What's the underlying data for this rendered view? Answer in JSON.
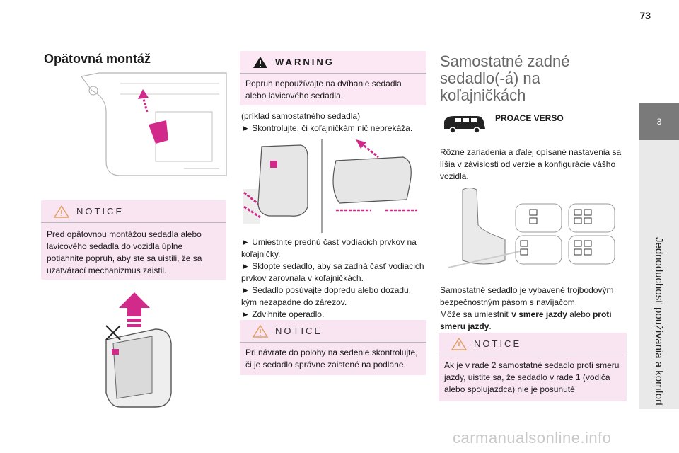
{
  "page": {
    "number": "73",
    "chapter_tab": "3",
    "chapter_title": "Jednoduchosť používania a komfort"
  },
  "left": {
    "heading": "Opätovná montáž",
    "notice": {
      "label": "NOTICE",
      "text": "Pred opätovnou montážou sedadla alebo lavicového sedadla do vozidla úplne potiahnite popruh, aby ste sa uistili, že sa uzatvárací mechanizmus zaistil."
    }
  },
  "middle": {
    "warning": {
      "label": "WARNING",
      "text": "Popruh nepoužívajte na dvíhanie sedadla alebo lavicového sedadla."
    },
    "example_caption": "(príklad samostatného sedadla)",
    "check_step": "► Skontrolujte, či koľajničkám nič neprekáža.",
    "steps": [
      "► Umiestnite prednú časť vodiacich prvkov na koľajničky.",
      "► Sklopte sedadlo, aby sa zadná časť vodiacich prvkov zarovnala v koľajničkách.",
      "► Sedadlo posúvajte dopredu alebo dozadu, kým nezapadne do zárezov.",
      "► Zdvihnite operadlo."
    ],
    "notice": {
      "label": "NOTICE",
      "text": "Pri návrate do polohy na sedenie skontrolujte, či je sedadlo správne zaistené na podlahe."
    }
  },
  "right": {
    "heading": "Samostatné zadné sedadlo(-á) na koľajničkách",
    "vehicle_label": "PROACE VERSO",
    "intro": "Rôzne zariadenia a ďalej opísané nastavenia sa líšia v závislosti od verzie a konfigurácie vášho vozidla.",
    "para_1": "Samostatné sedadlo je vybavené trojbodovým bezpečnostným pásom s navíjačom.",
    "para_2_pre": "Môže sa umiestniť ",
    "para_2_b1": "v smere jazdy",
    "para_2_mid": " alebo ",
    "para_2_b2": "proti smeru jazdy",
    "para_2_end": ".",
    "notice": {
      "label": "NOTICE",
      "text": "Ak je v rade 2 samostatné sedadlo proti smeru jazdy, uistite sa, že sedadlo v rade 1 (vodiča alebo spolujazdca) nie je posunuté"
    }
  },
  "footer": {
    "watermark": "carmanualsonline.info"
  },
  "colors": {
    "accent_pink": "#d12a8a",
    "notice_bg": "#f9e4f2",
    "tab_grey": "#7a7a7a"
  }
}
